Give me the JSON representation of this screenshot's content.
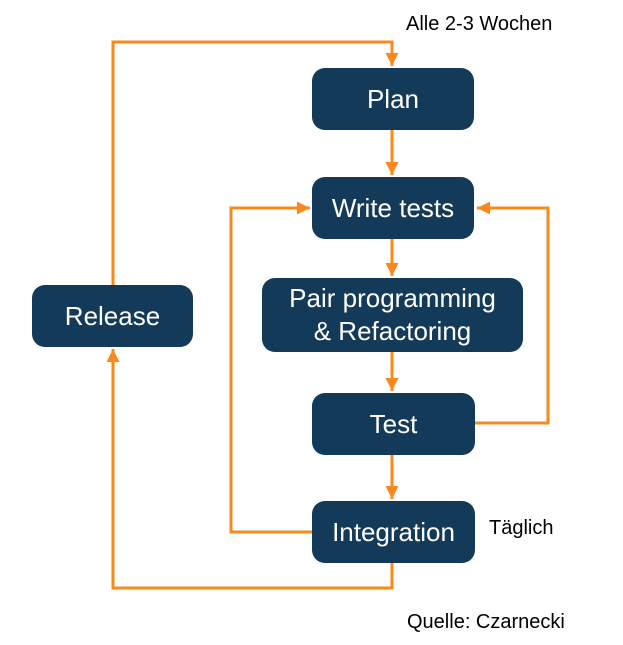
{
  "colors": {
    "node_fill": "#143A5A",
    "arrow": "#F9891C",
    "text_on_node": "#FFFFFF",
    "annotation_text": "#000000",
    "background": "#FFFFFF"
  },
  "nodes": [
    {
      "id": "plan",
      "label": "Plan"
    },
    {
      "id": "write-tests",
      "label": "Write tests"
    },
    {
      "id": "pair-programming-refactoring",
      "lines": [
        "Pair programming",
        "& Refactoring"
      ]
    },
    {
      "id": "test",
      "label": "Test"
    },
    {
      "id": "integration",
      "label": "Integration"
    },
    {
      "id": "release",
      "label": "Release"
    }
  ],
  "annotations": [
    {
      "id": "cycle-frequency",
      "text": "Alle 2-3 Wochen"
    },
    {
      "id": "daily-frequency",
      "text": "Täglich"
    },
    {
      "id": "source-credit",
      "text": "Quelle: Czarnecki"
    }
  ],
  "edges": [
    {
      "id": "release-to-plan",
      "from": "release",
      "to": "plan"
    },
    {
      "id": "plan-to-write-tests",
      "from": "plan",
      "to": "write-tests"
    },
    {
      "id": "write-tests-to-pair",
      "from": "write-tests",
      "to": "pair-programming-refactoring"
    },
    {
      "id": "pair-to-test",
      "from": "pair-programming-refactoring",
      "to": "test"
    },
    {
      "id": "test-to-integration",
      "from": "test",
      "to": "integration"
    },
    {
      "id": "test-back-to-write-tests",
      "from": "test",
      "to": "write-tests"
    },
    {
      "id": "integration-back-to-write-tests",
      "from": "integration",
      "to": "write-tests"
    },
    {
      "id": "integration-to-release",
      "from": "integration",
      "to": "release"
    }
  ]
}
